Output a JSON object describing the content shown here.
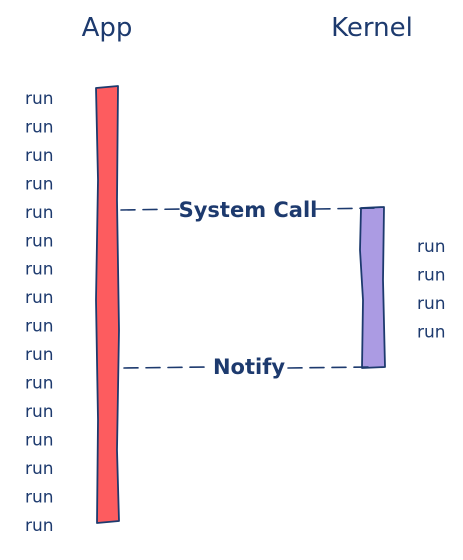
{
  "participants": {
    "app": {
      "label": "App",
      "color": "#fd5c5f"
    },
    "kernel": {
      "label": "Kernel",
      "color": "#ab9be3"
    }
  },
  "app_runs": [
    "run",
    "run",
    "run",
    "run",
    "run",
    "run",
    "run",
    "run",
    "run",
    "run",
    "run",
    "run",
    "run",
    "run",
    "run",
    "run"
  ],
  "kernel_runs": [
    "run",
    "run",
    "run",
    "run"
  ],
  "messages": {
    "system_call": "System Call",
    "notify": "Notify"
  },
  "colors": {
    "ink": "#1d3a6e",
    "app_bar": "#fd5c5f",
    "kernel_bar": "#ab9be3"
  }
}
